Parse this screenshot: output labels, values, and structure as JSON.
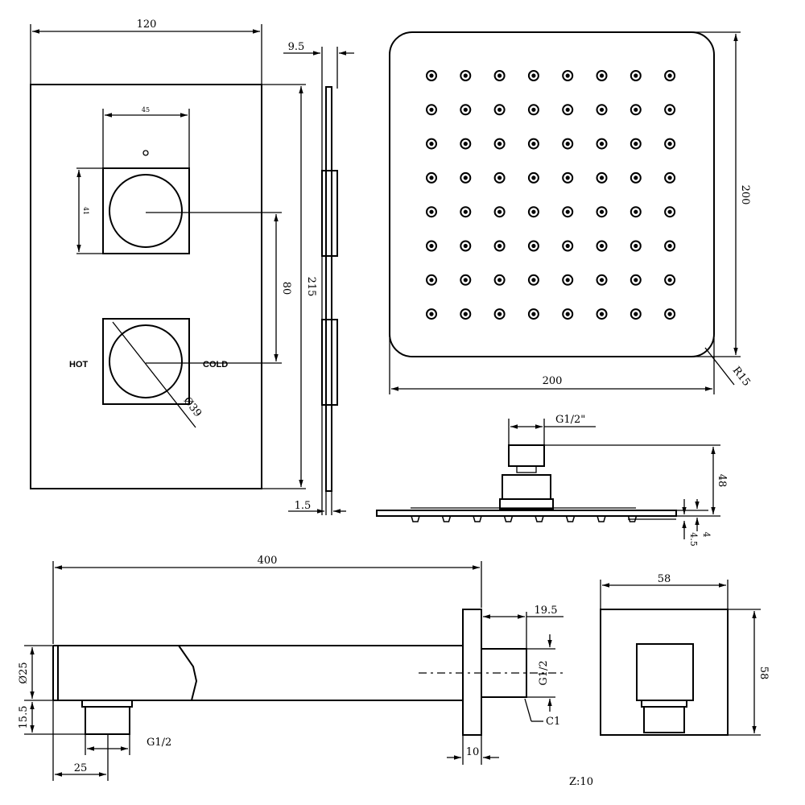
{
  "valve": {
    "width": "120",
    "height": "215",
    "depth": "9.5",
    "plate": "1.5",
    "knob_w": "45",
    "knob_h": "41",
    "spacing": "80",
    "dia": "Ø39",
    "hot": "HOT",
    "cold": "COLD"
  },
  "head": {
    "width": "200",
    "height": "200",
    "radius": "R15",
    "thread": "G1/2\"",
    "overall": "48",
    "thick": "4",
    "nozzle": "4.5"
  },
  "arm": {
    "length": "400",
    "dia": "Ø25",
    "offset": "15.5",
    "thread": "G1/2",
    "pos": "25",
    "flange": "19.5",
    "inlet": "G1/2",
    "chamfer": "C1",
    "flange_t": "10"
  },
  "wall_plate": {
    "width": "58",
    "height": "58"
  },
  "footer": {
    "scale": "Z:10"
  },
  "colors": {
    "line": "#000000",
    "background": "#ffffff"
  }
}
